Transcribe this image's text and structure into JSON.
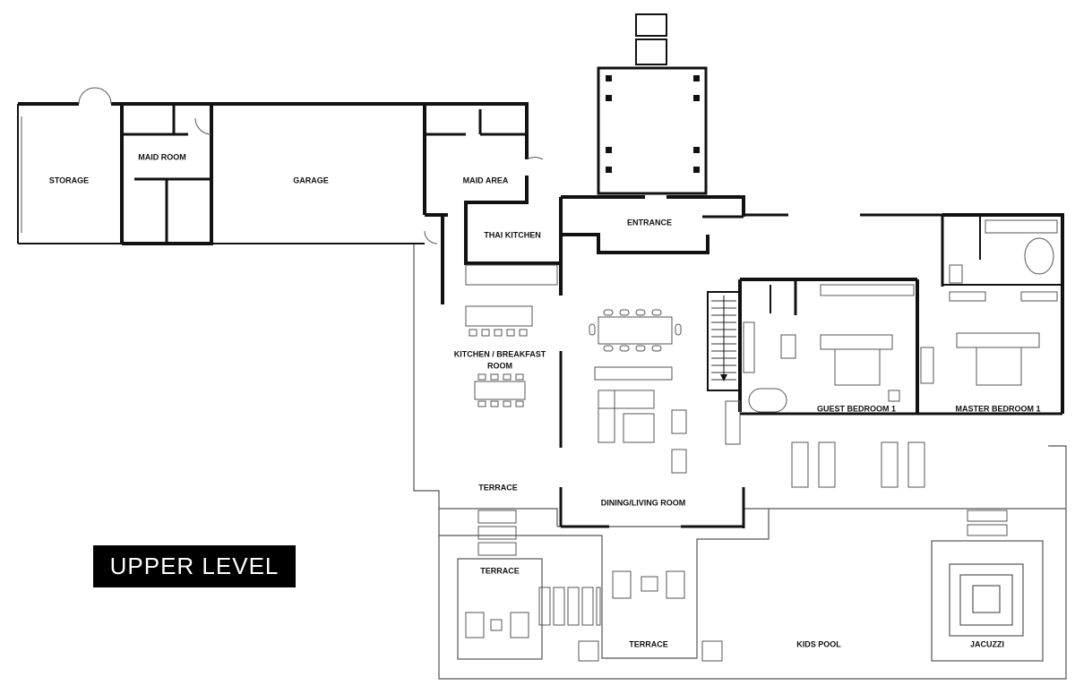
{
  "level_label": "UPPER LEVEL",
  "colors": {
    "wall": "#111111",
    "line": "#555555",
    "background": "#ffffff",
    "badge_bg": "#000000",
    "badge_text": "#ffffff"
  },
  "rooms": {
    "storage": "STORAGE",
    "maid_room": "MAID ROOM",
    "garage": "GARAGE",
    "maid_area": "MAID AREA",
    "thai_kitchen": "THAI KITCHEN",
    "entrance": "ENTRANCE",
    "kitchen_line1": "KITCHEN / BREAKFAST",
    "kitchen_line2": "ROOM",
    "guest_bedroom": "GUEST BEDROOM 1",
    "master_bedroom": "MASTER BEDROOM 1",
    "terrace_left": "TERRACE",
    "dining_living": "DINING/LIVING ROOM",
    "terrace_lower": "TERRACE",
    "terrace_bottom": "TERRACE",
    "kids_pool": "KIDS POOL",
    "jacuzzi": "JACUZZI"
  }
}
